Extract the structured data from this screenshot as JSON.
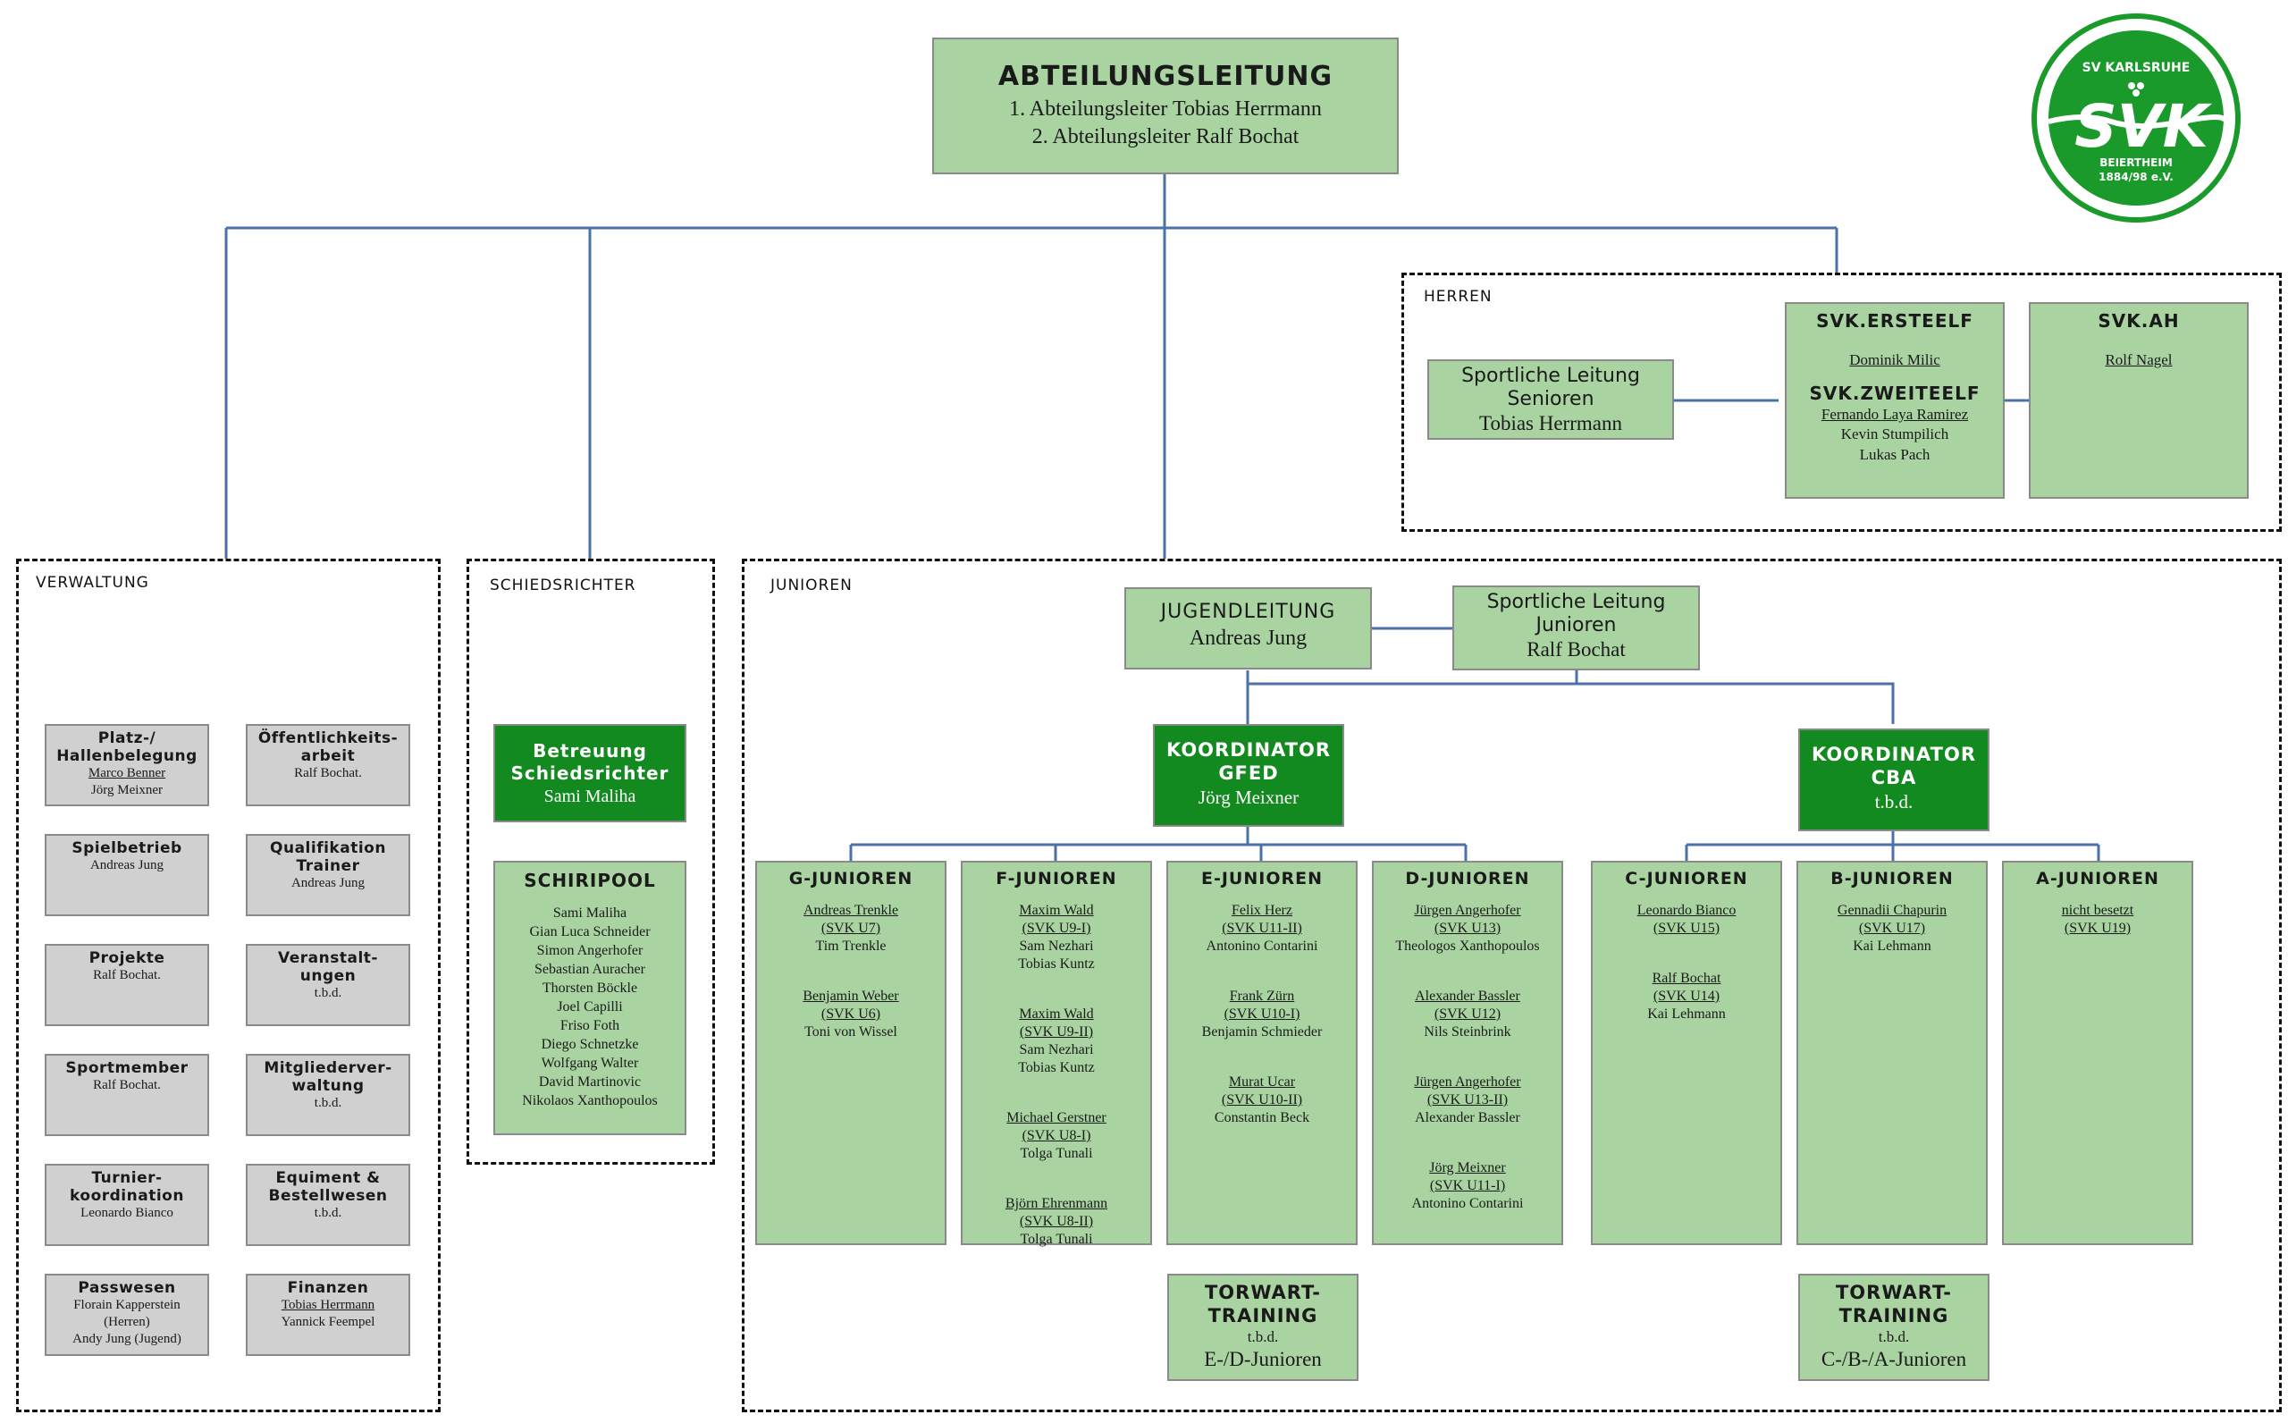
{
  "top": {
    "title": "ABTEILUNGSLEITUNG",
    "line1": "1. Abteilungsleiter Tobias Herrmann",
    "line2": "2. Abteilungsleiter Ralf Bochat"
  },
  "logo": {
    "top_text": "SV KARLSRUHE",
    "letters": "SVK",
    "bottom_text1": "BEIERTHEIM",
    "bottom_text2": "1884/98 e.V.",
    "color": "#1a9a2a"
  },
  "herren": {
    "label": "HERREN",
    "leitung": {
      "title1": "Sportliche Leitung",
      "title2": "Senioren",
      "name": "Tobias Herrmann"
    },
    "erste": {
      "title": "SVK.ERSTEELF",
      "name": "Dominik Milic"
    },
    "zweite": {
      "title": "SVK.ZWEITEELF",
      "names": [
        "Fernando Laya Ramirez",
        "Kevin Stumpilich",
        "Lukas Pach"
      ]
    },
    "ah": {
      "title": "SVK.AH",
      "name": "Rolf Nagel"
    }
  },
  "verwaltung": {
    "label": "VERWALTUNG",
    "items": [
      {
        "title": [
          "Platz-/",
          "Hallenbelegung"
        ],
        "names": [
          "Marco Benner",
          "Jörg Meixner"
        ]
      },
      {
        "title": [
          "Öffentlichkeits-",
          "arbeit"
        ],
        "names": [
          "Ralf Bochat."
        ]
      },
      {
        "title": [
          "Spielbetrieb"
        ],
        "names": [
          "Andreas Jung"
        ]
      },
      {
        "title": [
          "Qualifikation",
          "Trainer"
        ],
        "names": [
          "Andreas Jung"
        ]
      },
      {
        "title": [
          "Projekte"
        ],
        "names": [
          "Ralf Bochat."
        ]
      },
      {
        "title": [
          "Veranstalt-",
          "ungen"
        ],
        "names": [
          "t.b.d."
        ]
      },
      {
        "title": [
          "Sportmember"
        ],
        "names": [
          "Ralf Bochat."
        ]
      },
      {
        "title": [
          "Mitgliederver-",
          "waltung"
        ],
        "names": [
          "t.b.d."
        ]
      },
      {
        "title": [
          "Turnier-",
          "koordination"
        ],
        "names": [
          "Leonardo Bianco"
        ]
      },
      {
        "title": [
          "Equiment &",
          "Bestellwesen"
        ],
        "names": [
          "t.b.d."
        ]
      },
      {
        "title": [
          "Passwesen"
        ],
        "names": [
          "Florain Kapperstein",
          "(Herren)",
          "Andy Jung (Jugend)"
        ]
      },
      {
        "title": [
          "Finanzen"
        ],
        "names": [
          "Tobias Herrmann",
          "Yannick Feempel"
        ]
      }
    ]
  },
  "schiri": {
    "label": "SCHIEDSRICHTER",
    "betreuung": {
      "title1": "Betreuung",
      "title2": "Schiedsrichter",
      "name": "Sami Maliha"
    },
    "pool": {
      "title": "SCHIRIPOOL",
      "names": [
        "Sami Maliha",
        "Gian Luca Schneider",
        "Simon Angerhofer",
        "Sebastian Auracher",
        "Thorsten Böckle",
        "Joel Capilli",
        "Friso Foth",
        "Diego Schnetzke",
        "Wolfgang Walter",
        "David Martinovic",
        "Nikolaos Xanthopoulos"
      ]
    }
  },
  "junioren": {
    "label": "JUNIOREN",
    "jugendleitung": {
      "title": "JUGENDLEITUNG",
      "name": "Andreas Jung"
    },
    "sportleitung": {
      "title1": "Sportliche Leitung",
      "title2": "Junioren",
      "name": "Ralf Bochat"
    },
    "koord_gfed": {
      "title1": "KOORDINATOR",
      "title2": "GFED",
      "name": "Jörg Meixner"
    },
    "koord_cba": {
      "title1": "KOORDINATOR",
      "title2": "CBA",
      "name": "t.b.d."
    },
    "teams": [
      {
        "title": "G-JUNIOREN",
        "groups": [
          {
            "coach": "Andreas Trenkle",
            "team": "(SVK U7)",
            "others": [
              "Tim Trenkle"
            ]
          },
          {
            "coach": "Benjamin Weber",
            "team": "(SVK U6)",
            "others": [
              "Toni von Wissel"
            ]
          }
        ]
      },
      {
        "title": "F-JUNIOREN",
        "groups": [
          {
            "coach": "Maxim Wald",
            "team": "(SVK U9-I)",
            "others": [
              "Sam Nezhari",
              "Tobias Kuntz"
            ]
          },
          {
            "coach": "Maxim Wald",
            "team": "(SVK U9-II)",
            "others": [
              "Sam Nezhari",
              "Tobias Kuntz"
            ]
          },
          {
            "coach": "Michael Gerstner",
            "team": "(SVK U8-I)",
            "others": [
              "Tolga Tunali"
            ]
          },
          {
            "coach": "Björn Ehrenmann",
            "team": "(SVK U8-II)",
            "others": [
              "Tolga Tunali"
            ]
          }
        ]
      },
      {
        "title": "E-JUNIOREN",
        "groups": [
          {
            "coach": "Felix Herz",
            "team": "(SVK U11-II)",
            "others": [
              "Antonino Contarini"
            ]
          },
          {
            "coach": "Frank Zürn",
            "team": "(SVK U10-I)",
            "others": [
              "Benjamin Schmieder"
            ]
          },
          {
            "coach": "Murat Ucar",
            "team": "(SVK U10-II)",
            "others": [
              "Constantin Beck"
            ]
          }
        ]
      },
      {
        "title": "D-JUNIOREN",
        "groups": [
          {
            "coach": "Jürgen Angerhofer",
            "team": "(SVK U13)",
            "others": [
              "Theologos Xanthopoulos"
            ]
          },
          {
            "coach": "Alexander Bassler",
            "team": "(SVK U12)",
            "others": [
              "Nils Steinbrink"
            ]
          },
          {
            "coach": "Jürgen Angerhofer",
            "team": "(SVK U13-II)",
            "others": [
              "Alexander Bassler"
            ]
          },
          {
            "coach": "Jörg Meixner",
            "team": "(SVK U11-I)",
            "others": [
              "Antonino Contarini"
            ]
          }
        ]
      },
      {
        "title": "C-JUNIOREN",
        "groups": [
          {
            "coach": "Leonardo Bianco",
            "team": "(SVK U15)",
            "others": []
          },
          {
            "coach": "Ralf Bochat",
            "team": "(SVK U14)",
            "others": [
              "Kai Lehmann"
            ]
          }
        ]
      },
      {
        "title": "B-JUNIOREN",
        "groups": [
          {
            "coach": "Gennadii Chapurin",
            "team": "(SVK U17)",
            "others": [
              "Kai Lehmann"
            ]
          }
        ]
      },
      {
        "title": "A-JUNIOREN",
        "groups": [
          {
            "coach": "nicht besetzt",
            "team": "(SVK U19)",
            "others": []
          }
        ]
      }
    ],
    "torwart_ed": {
      "title1": "TORWART-",
      "title2": "TRAINING",
      "name": "t.b.d.",
      "scope": "E-/D-Junioren"
    },
    "torwart_cba": {
      "title1": "TORWART-",
      "title2": "TRAINING",
      "name": "t.b.d.",
      "scope": "C-/B-/A-Junioren"
    }
  }
}
